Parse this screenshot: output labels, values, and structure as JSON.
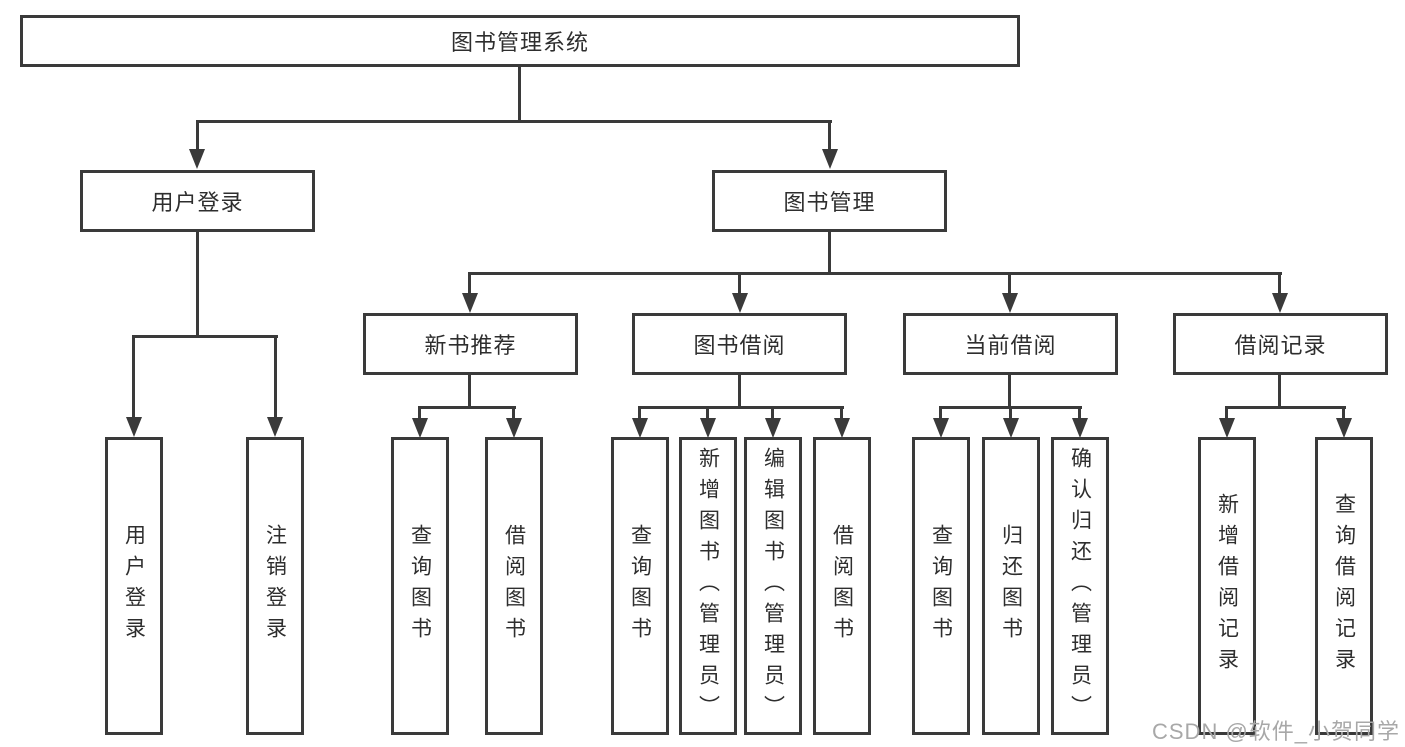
{
  "title": {
    "root": "图书管理系统"
  },
  "nodes": {
    "user_login": "用户登录",
    "book_mgmt": "图书管理",
    "new_books": "新书推荐",
    "book_borrow": "图书借阅",
    "current_borrow": "当前借阅",
    "borrow_records": "借阅记录"
  },
  "leaves": {
    "user_login": [
      "用户登录",
      "注销登录"
    ],
    "new_books": [
      "查询图书",
      "借阅图书"
    ],
    "book_borrow": [
      "查询图书",
      "新增图书（管理员）",
      "编辑图书（管理员）",
      "借阅图书"
    ],
    "current_borrow": [
      "查询图书",
      "归还图书",
      "确认归还（管理员）"
    ],
    "borrow_records": [
      "新增借阅记录",
      "查询借阅记录"
    ]
  },
  "watermark": "CSDN @软件_小贺同学",
  "colors": {
    "line": "#3a3a3a",
    "text": "#2e2e2e",
    "watermark": "#a8a8a8",
    "background": "#ffffff"
  }
}
